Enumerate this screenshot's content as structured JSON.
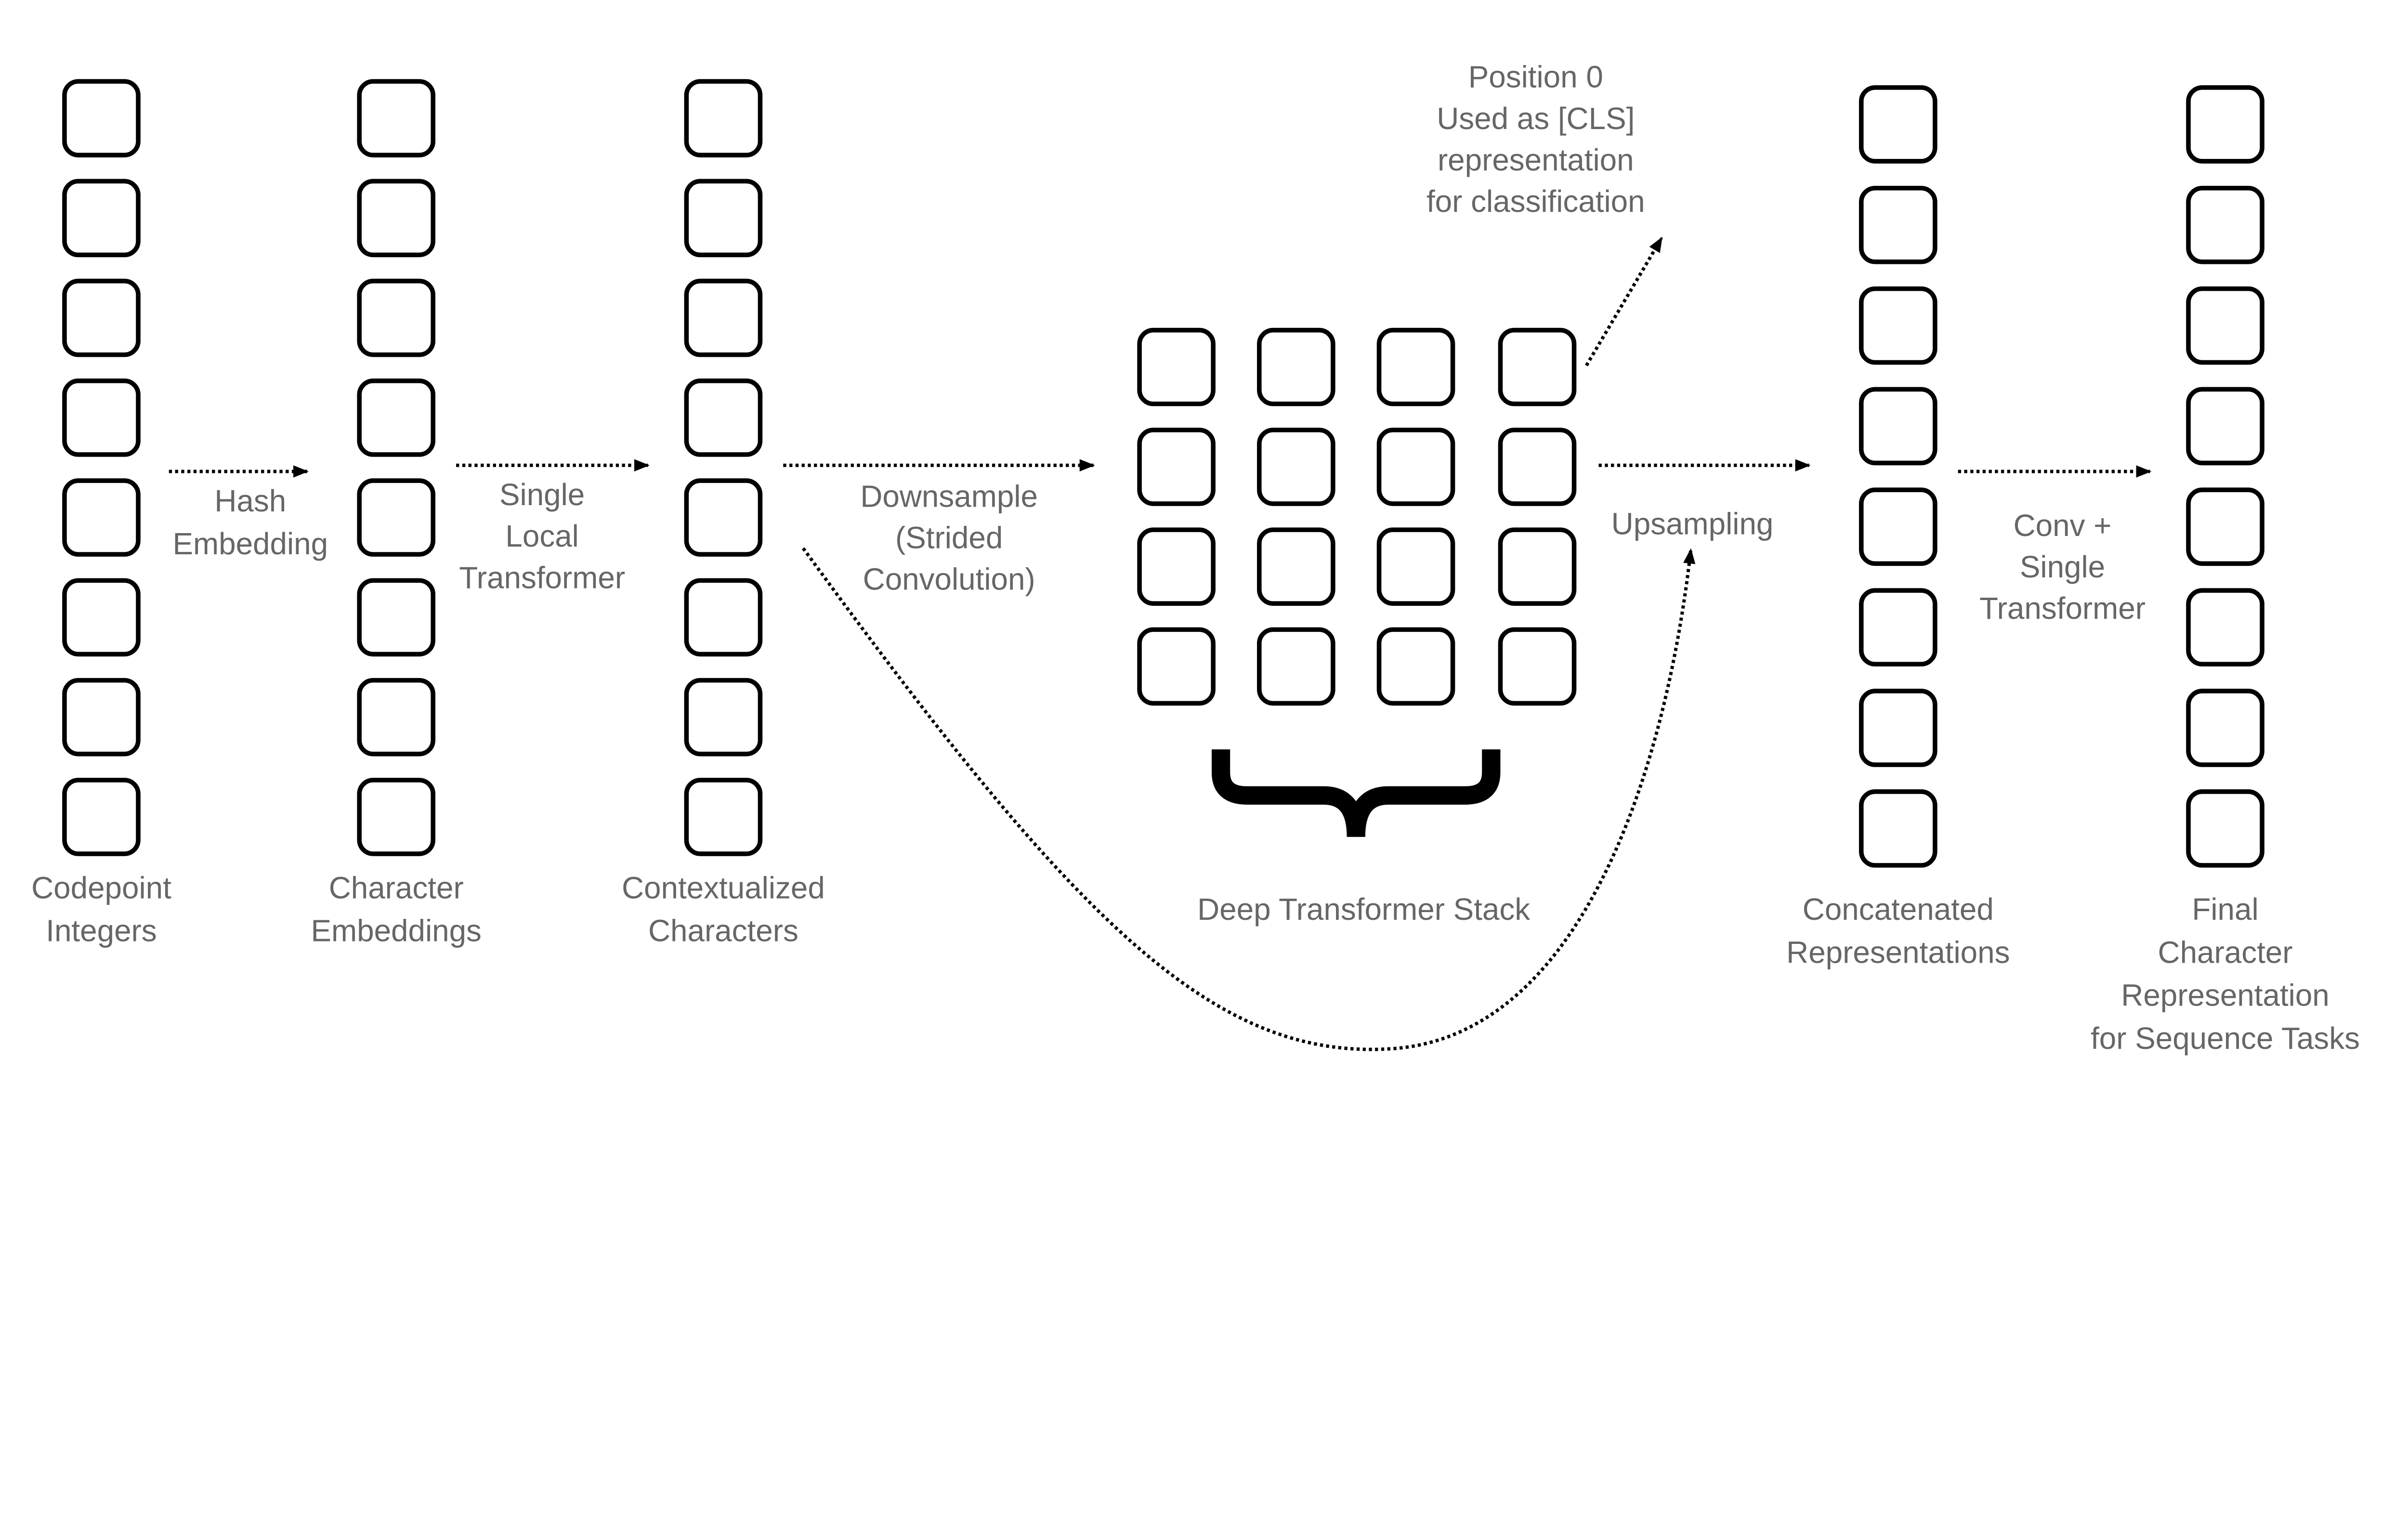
{
  "columns": [
    {
      "id": "codepoint-integers",
      "cells": 8,
      "label": [
        "Codepoint",
        "Integers"
      ]
    },
    {
      "id": "character-embeddings",
      "cells": 8,
      "label": [
        "Character",
        "Embeddings"
      ]
    },
    {
      "id": "contextualized-characters",
      "cells": 8,
      "label": [
        "Contextualized",
        "Characters"
      ]
    },
    {
      "id": "concatenated-representations",
      "cells": 8,
      "label": [
        "Concatenated",
        "Representations"
      ]
    },
    {
      "id": "final-character-representation",
      "cells": 8,
      "label": [
        "Final",
        "Character",
        "Representation",
        "for Sequence Tasks"
      ]
    }
  ],
  "grid": {
    "rows": 4,
    "cols": 4,
    "label": "Deep Transformer Stack"
  },
  "edges": {
    "hash": [
      "Hash",
      "Embedding"
    ],
    "local": [
      "Single",
      "Local",
      "Transformer"
    ],
    "down": [
      "Downsample",
      "(Strided",
      "Convolution)"
    ],
    "cls": [
      "Position 0",
      "Used as [CLS]",
      "representation",
      "for classification"
    ],
    "up": [
      "Upsampling"
    ],
    "conv": [
      "Conv +",
      "Single",
      "Transformer"
    ]
  },
  "colors": {
    "text": "#666666",
    "stroke": "#000000"
  }
}
